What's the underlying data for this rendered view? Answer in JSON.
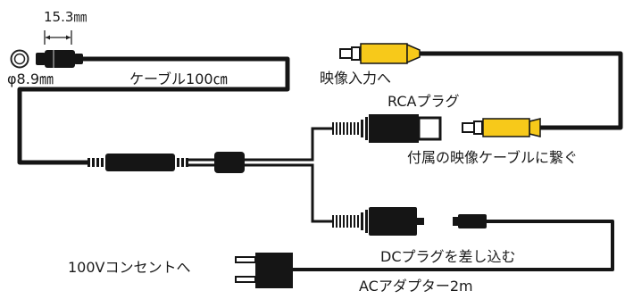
{
  "labels": {
    "dimension_length": "15.3㎜",
    "diameter": "φ8.9㎜",
    "cable_length": "ケーブル100㎝",
    "video_input": "映像入力へ",
    "rca_plug": "RCAプラグ",
    "connect_video_cable": "付属の映像ケーブルに繋ぐ",
    "dc_plug_insert": "DCプラグを差し込む",
    "outlet_100v": "100Vコンセントへ",
    "ac_adapter": "ACアダプター2m"
  },
  "colors": {
    "cable": "#151515",
    "rca_yellow": "#f7c91a",
    "text": "#1a1a1a"
  }
}
